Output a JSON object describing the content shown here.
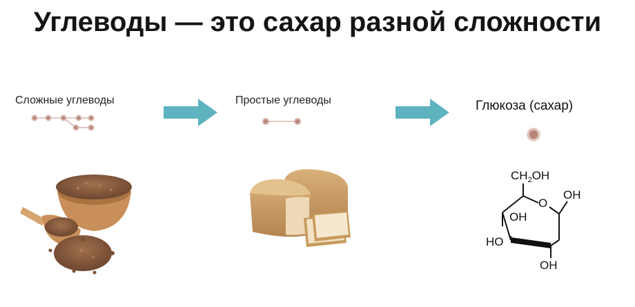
{
  "title": "Углеводы — это сахар разной сложности",
  "stages": [
    {
      "label": "Сложные углеводы",
      "molecule": "branched-chain-icon",
      "picture": "buckwheat-bowl-icon"
    },
    {
      "label": "Простые углеводы",
      "molecule": "two-unit-chain-icon",
      "picture": "bread-loaf-icon"
    },
    {
      "label": "Глюкоза (сахар)",
      "molecule": "single-unit-icon",
      "picture": "glucose-structure-icon"
    }
  ],
  "glucose": {
    "ch2oh_prefix": "CH",
    "ch2oh_sub": "2",
    "ch2oh_suffix": "OH",
    "ring_o": "O",
    "oh_right": "OH",
    "oh_inner": "OH",
    "oh_left": "HO",
    "oh_bottom": "OH"
  },
  "colors": {
    "arrow": "#5fb3c0",
    "molecule_node": "#b8857a",
    "molecule_ring": "#d8b8b0",
    "buckwheat": "#8a5a3c",
    "wood": "#c9935f",
    "bread_crust": "#c79a5c",
    "bread_crumb": "#f2e2c4"
  }
}
